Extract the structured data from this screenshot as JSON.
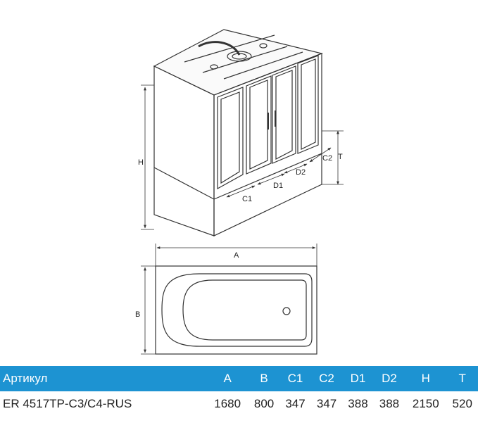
{
  "dimension_labels": {
    "A": "A",
    "B": "B",
    "C1": "C1",
    "C2": "C2",
    "D1": "D1",
    "D2": "D2",
    "H": "H",
    "T": "T"
  },
  "table": {
    "header_color": "#1d93d2",
    "headers": [
      "Артикул",
      "A",
      "B",
      "C1",
      "C2",
      "D1",
      "D2",
      "H",
      "T"
    ],
    "rows": [
      [
        "ER 4517TP-C3/C4-RUS",
        "1680",
        "800",
        "347",
        "347",
        "388",
        "388",
        "2150",
        "520"
      ]
    ]
  }
}
